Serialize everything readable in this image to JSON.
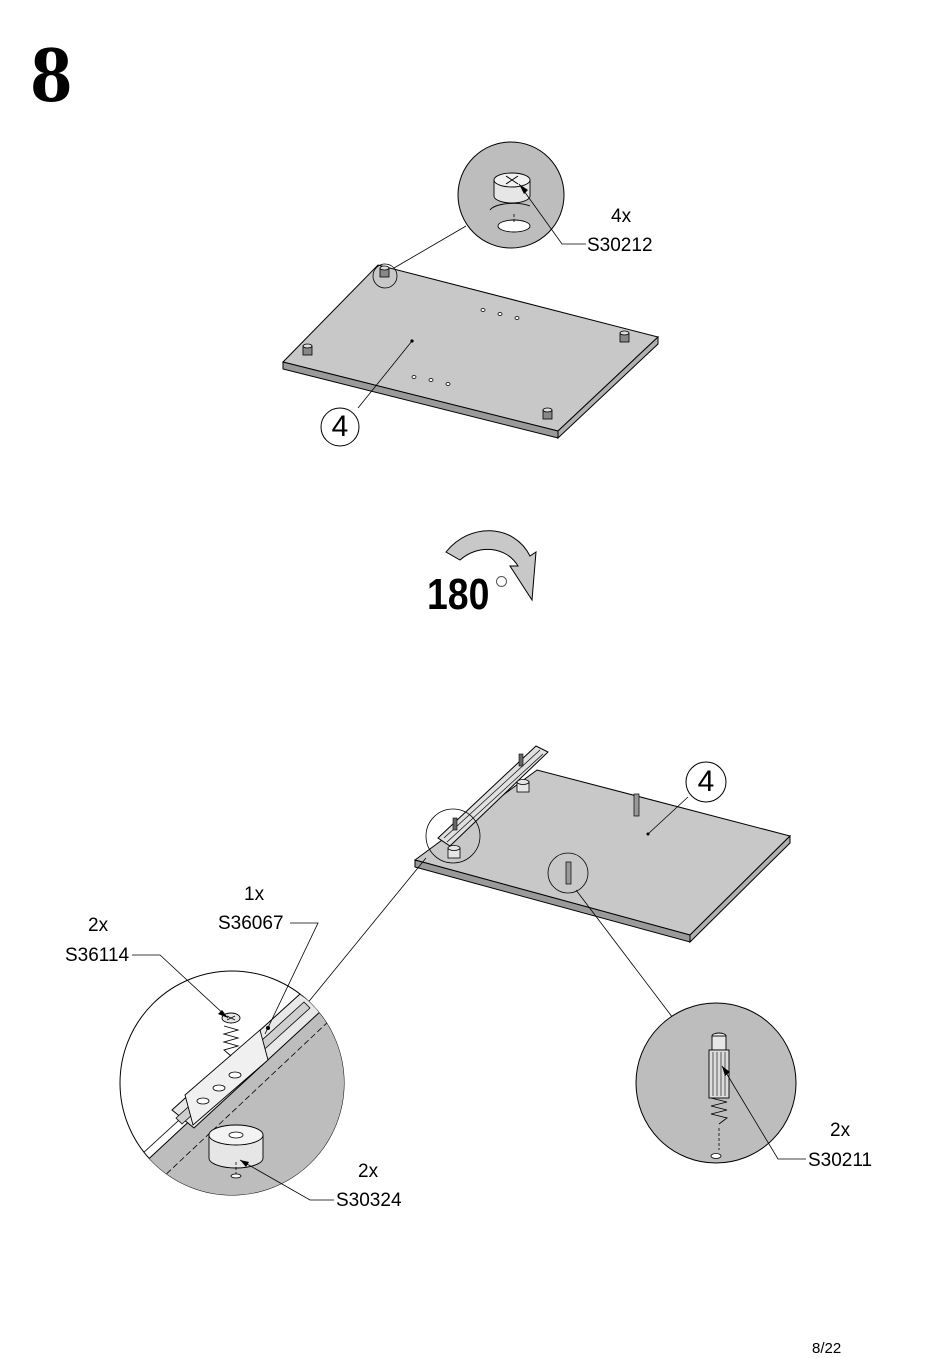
{
  "step": {
    "number": "8"
  },
  "rotation": {
    "value": "180"
  },
  "panel_top": {
    "part_number": "4",
    "callout": {
      "qty": "4x",
      "code": "S30212"
    }
  },
  "panel_bottom": {
    "part_number": "4",
    "callouts": [
      {
        "qty": "1x",
        "code": "S36067"
      },
      {
        "qty": "2x",
        "code": "S36114"
      },
      {
        "qty": "2x",
        "code": "S30324"
      },
      {
        "qty": "2x",
        "code": "S30211"
      }
    ]
  },
  "page": {
    "number": "8/22"
  },
  "colors": {
    "panel_fill": "#c8c8c8",
    "detail_fill": "#bdbdbd",
    "line": "#000000"
  },
  "icons": [
    "rotate-arrow-icon",
    "cam-lock-icon",
    "dowel-icon",
    "screw-icon",
    "drawer-runner-icon",
    "spacer-icon"
  ]
}
